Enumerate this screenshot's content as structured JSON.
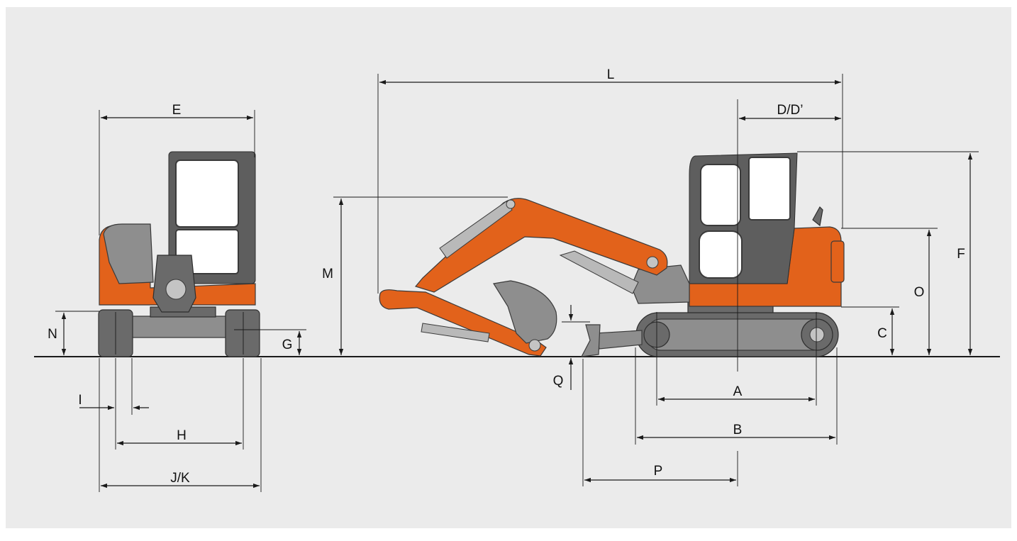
{
  "colors": {
    "background": "#ebebeb",
    "body_orange": "#e2621b",
    "machine_grey": "#8e8e8e",
    "line": "#1a1a1a"
  },
  "dimension_labels": {
    "A": "A",
    "B": "B",
    "C": "C",
    "DD": "D/D’",
    "E": "E",
    "F": "F",
    "G": "G",
    "H": "H",
    "I": "I",
    "JK": "J/K",
    "L": "L",
    "M": "M",
    "N": "N",
    "O": "O",
    "P": "P",
    "Q": "Q"
  }
}
